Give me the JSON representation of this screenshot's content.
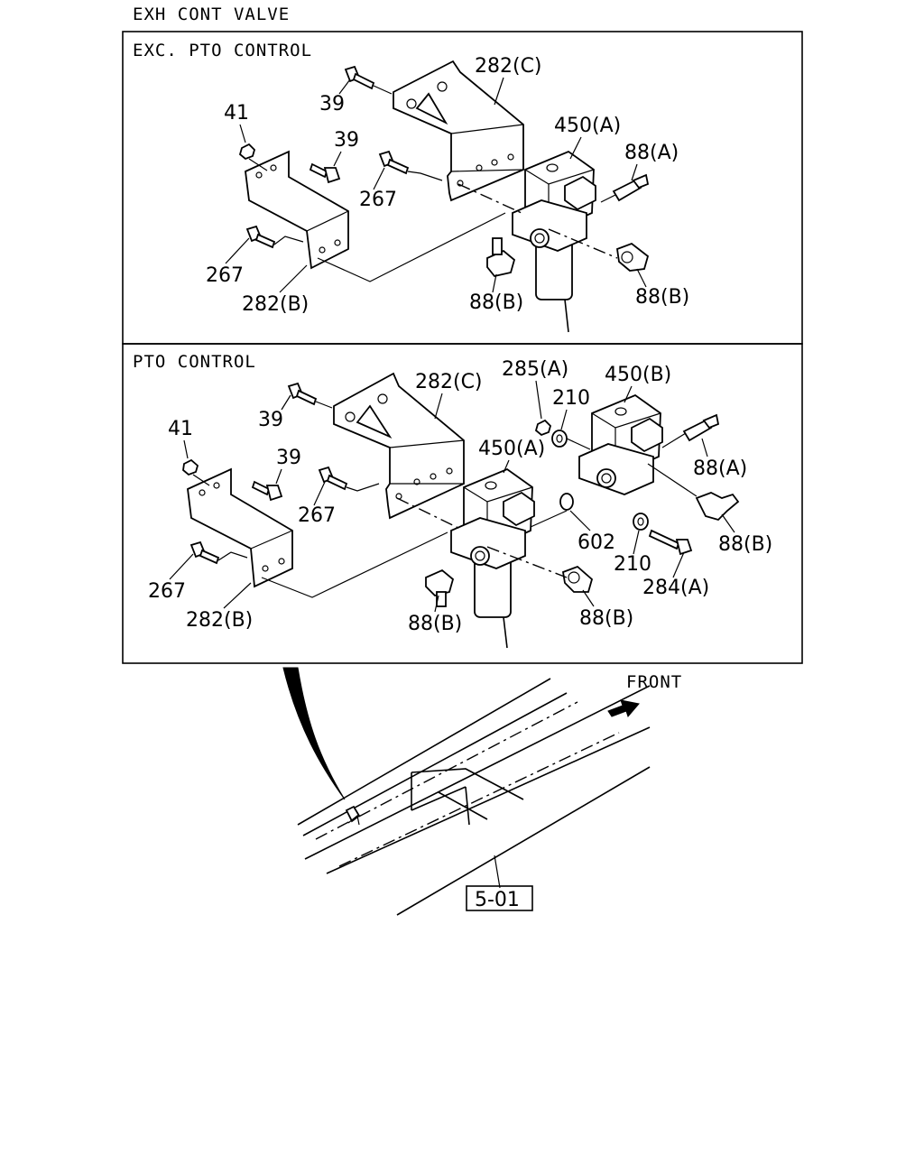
{
  "diagram": {
    "title": "EXH CONT VALVE",
    "panels": [
      {
        "title": "EXC. PTO CONTROL",
        "callouts": [
          "282(C)",
          "39",
          "41",
          "39",
          "450(A)",
          "88(A)",
          "267",
          "267",
          "282(B)",
          "88(B)",
          "88(B)"
        ]
      },
      {
        "title": "PTO CONTROL",
        "callouts": [
          "39",
          "282(C)",
          "285(A)",
          "450(B)",
          "210",
          "41",
          "39",
          "450(A)",
          "88(A)",
          "267",
          "602",
          "88(B)",
          "210",
          "267",
          "284(A)",
          "282(B)",
          "88(B)",
          "88(B)"
        ]
      }
    ],
    "locator": {
      "direction_label": "FRONT",
      "reference_box": "5-01"
    }
  }
}
